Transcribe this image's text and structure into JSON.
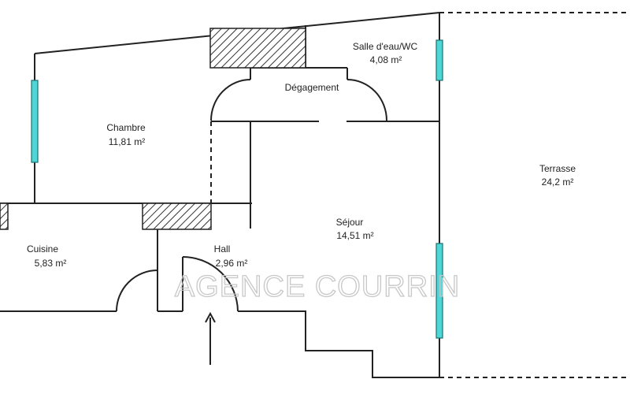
{
  "rooms": {
    "salle_deau": {
      "name": "Salle d'eau/WC",
      "area": "4,08  m²"
    },
    "degagement": {
      "name": "Dégagement"
    },
    "chambre": {
      "name": "Chambre",
      "area": "11,81  m²"
    },
    "terrasse": {
      "name": "Terrasse",
      "area": "24,2  m²"
    },
    "sejour": {
      "name": "Séjour",
      "area": "14,51  m²"
    },
    "cuisine": {
      "name": "Cuisine",
      "area": "5,83  m²"
    },
    "hall": {
      "name": "Hall",
      "area": "2,96  m²"
    }
  },
  "watermark": "AGENCE COURRIN",
  "colors": {
    "window": "#4fd6d6",
    "wall": "#222222",
    "watermark": "#c8c8c8"
  }
}
